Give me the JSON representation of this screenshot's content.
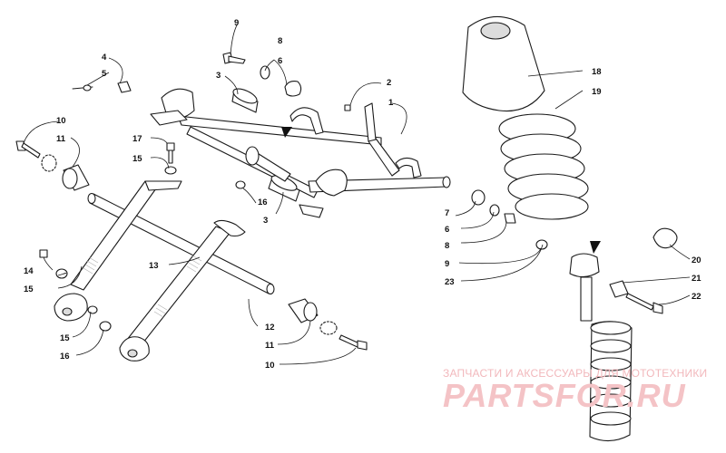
{
  "callouts": [
    {
      "id": "c1",
      "text": "1"
    },
    {
      "id": "c2",
      "text": "2"
    },
    {
      "id": "c3a",
      "text": "3"
    },
    {
      "id": "c3b",
      "text": "3"
    },
    {
      "id": "c4",
      "text": "4"
    },
    {
      "id": "c5",
      "text": "5"
    },
    {
      "id": "c6a",
      "text": "6"
    },
    {
      "id": "c6b",
      "text": "6"
    },
    {
      "id": "c7",
      "text": "7"
    },
    {
      "id": "c8a",
      "text": "8"
    },
    {
      "id": "c8b",
      "text": "8"
    },
    {
      "id": "c9a",
      "text": "9"
    },
    {
      "id": "c9b",
      "text": "9"
    },
    {
      "id": "c10a",
      "text": "10"
    },
    {
      "id": "c10b",
      "text": "10"
    },
    {
      "id": "c11a",
      "text": "11"
    },
    {
      "id": "c11b",
      "text": "11"
    },
    {
      "id": "c12",
      "text": "12"
    },
    {
      "id": "c13",
      "text": "13"
    },
    {
      "id": "c14",
      "text": "14"
    },
    {
      "id": "c15a",
      "text": "15"
    },
    {
      "id": "c15b",
      "text": "15"
    },
    {
      "id": "c15c",
      "text": "15"
    },
    {
      "id": "c16a",
      "text": "16"
    },
    {
      "id": "c16b",
      "text": "16"
    },
    {
      "id": "c17",
      "text": "17"
    },
    {
      "id": "c18",
      "text": "18"
    },
    {
      "id": "c19",
      "text": "19"
    },
    {
      "id": "c20",
      "text": "20"
    },
    {
      "id": "c21",
      "text": "21"
    },
    {
      "id": "c22",
      "text": "22"
    },
    {
      "id": "c23",
      "text": "23"
    }
  ],
  "watermark": {
    "line": "ЗАПЧАСТИ И АКСЕССУАРЫ ДЛЯ МОТОТЕХНИКИ",
    "logo": "PARTSFOR.RU",
    "color": "#f2b8bc"
  }
}
